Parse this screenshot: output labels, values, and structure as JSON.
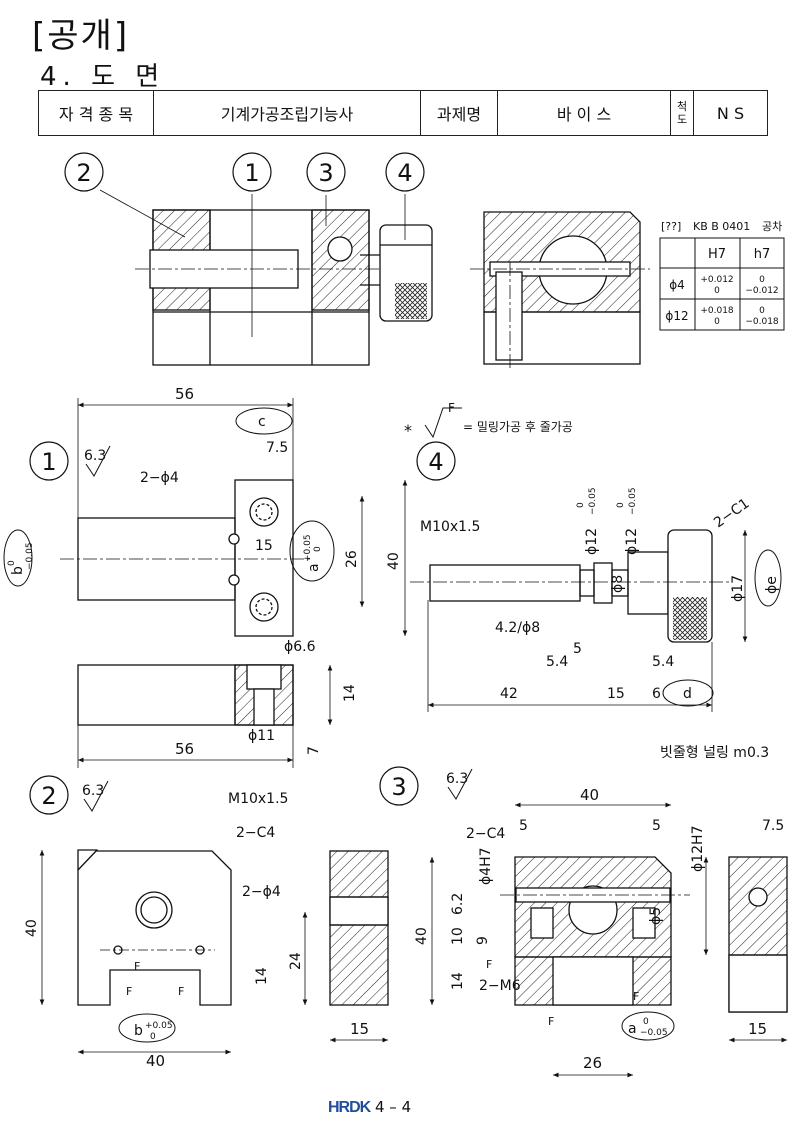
{
  "title": "[공개]",
  "section": "4. 도 면",
  "header": {
    "qual_label": "자 격 종 목",
    "qual_value": "기계가공조립기능사",
    "task_label": "과제명",
    "task_value": "바 이 스",
    "scale_label": "척\n도",
    "scale_value": "N S"
  },
  "tolerance": {
    "code": "[??]",
    "standard": "KB B 0401",
    "label": "공차",
    "col_h": "H7",
    "col_s": "h7",
    "rows": [
      {
        "dia": "ϕ4",
        "h_up": "+0.012",
        "h_lo": "0",
        "s_up": "0",
        "s_lo": "−0.012"
      },
      {
        "dia": "ϕ12",
        "h_up": "+0.018",
        "h_lo": "0",
        "s_up": "0",
        "s_lo": "−0.018"
      }
    ]
  },
  "balloons": {
    "b1": "1",
    "b2": "2",
    "b3": "3",
    "b4": "4"
  },
  "note": {
    "mark": "*",
    "sym": "F",
    "text": "= 밀링가공 후 줄가공"
  },
  "part1": {
    "width": "56",
    "c": "c",
    "d75": "7.5",
    "hole": "2−ϕ4",
    "d15": "15",
    "d26": "26",
    "d40": "40",
    "a": "a",
    "a_up": "+0.05",
    "a_lo": "0",
    "b": "b",
    "b_up": "0",
    "b_lo": "−0.05",
    "rough": "6.3",
    "d66": "ϕ6.6",
    "d14": "14",
    "d11": "ϕ11",
    "d7": "7",
    "width2": "56"
  },
  "part4": {
    "thread": "M10x1.5",
    "chamfer": "2−C1",
    "d12a": "ϕ12",
    "d12b": "ϕ12",
    "tol_up": "0",
    "tol_lo": "−0.05",
    "d8": "ϕ8",
    "d17": "ϕ17",
    "e": "ϕe",
    "d42_8": "4.2/ϕ8",
    "d5": "5",
    "d54a": "5.4",
    "d54b": "5.4",
    "d42": "42",
    "d15": "15",
    "d6": "6",
    "dd": "d",
    "knurl": "빗줄형 널링 m0.3"
  },
  "part2": {
    "rough": "6.3",
    "thread": "M10x1.5",
    "chamfer": "2−C4",
    "hole": "2−ϕ4",
    "f": "F",
    "d40v": "40",
    "d24": "24",
    "d14": "14",
    "b": "b",
    "b_up": "+0.05",
    "b_lo": "0",
    "d40h": "40",
    "d15": "15"
  },
  "part3": {
    "rough": "6.3",
    "d40": "40",
    "d5a": "5",
    "d5b": "5",
    "chamfer": "2−C4",
    "d4h7": "ϕ4H7",
    "d12h7": "ϕ12H7",
    "d75": "7.5",
    "d62": "6.2",
    "d10": "10",
    "d9": "9",
    "d40v": "40",
    "d14": "14",
    "m6": "2−M6",
    "d5h": "ϕ5",
    "f": "F",
    "a": "a",
    "a_up": "0",
    "a_lo": "−0.05",
    "d26": "26",
    "d15": "15"
  },
  "footer": {
    "logo": "HRDK",
    "page": "4 – 4"
  }
}
